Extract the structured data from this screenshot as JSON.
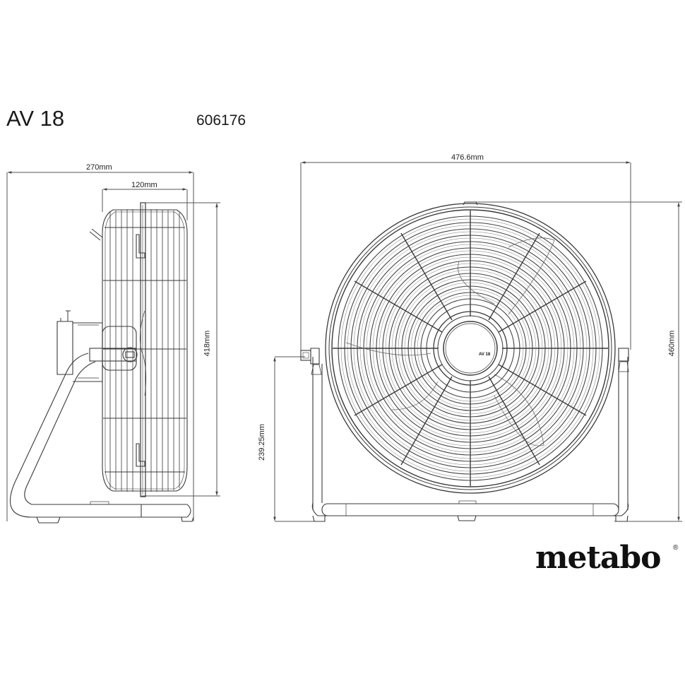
{
  "header": {
    "model": "AV 18",
    "article_number": "606176"
  },
  "side_view": {
    "dimensions": {
      "overall_depth": "270mm",
      "guard_depth": "120mm",
      "guard_height": "418mm"
    }
  },
  "front_view": {
    "hub_label": "AV 18",
    "dimensions": {
      "overall_width": "476.6mm",
      "overall_height": "460mm",
      "pivot_height": "239.25mm"
    }
  },
  "brand": {
    "logo_text": "metabo",
    "registered_mark": "®"
  },
  "colors": {
    "line": "#3a3a3a",
    "dim_line": "#555555",
    "background": "#ffffff"
  }
}
